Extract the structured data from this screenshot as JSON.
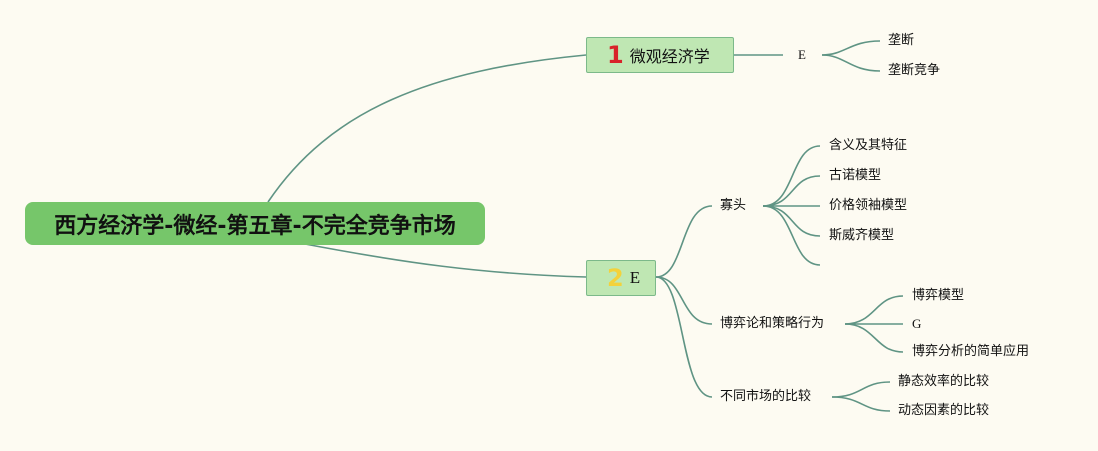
{
  "root": {
    "label": "西方经济学-微经-第五章-不完全竞争市场"
  },
  "branches": [
    {
      "number": "1",
      "label": "微观经济学",
      "children": [
        {
          "label": "E",
          "children": [
            {
              "label": "垄断"
            },
            {
              "label": "垄断竞争"
            }
          ]
        }
      ]
    },
    {
      "number": "2",
      "label": "E",
      "children": [
        {
          "label": "寡头",
          "children": [
            {
              "label": "含义及其特征"
            },
            {
              "label": "古诺模型"
            },
            {
              "label": "价格领袖模型"
            },
            {
              "label": "斯威齐模型"
            },
            {
              "label": ""
            }
          ]
        },
        {
          "label": "博弈论和策略行为",
          "children": [
            {
              "label": "博弈模型"
            },
            {
              "label": "G"
            },
            {
              "label": "博弈分析的简单应用"
            }
          ]
        },
        {
          "label": "不同市场的比较",
          "children": [
            {
              "label": "静态效率的比较"
            },
            {
              "label": "动态因素的比较"
            }
          ]
        }
      ]
    }
  ],
  "colors": {
    "background": "#fdfbf2",
    "root_fill": "#76c66a",
    "branch_fill": "#bfe7b3",
    "connector": "#5f9484",
    "number_1": "#d8232a",
    "number_2": "#f3d23b"
  }
}
